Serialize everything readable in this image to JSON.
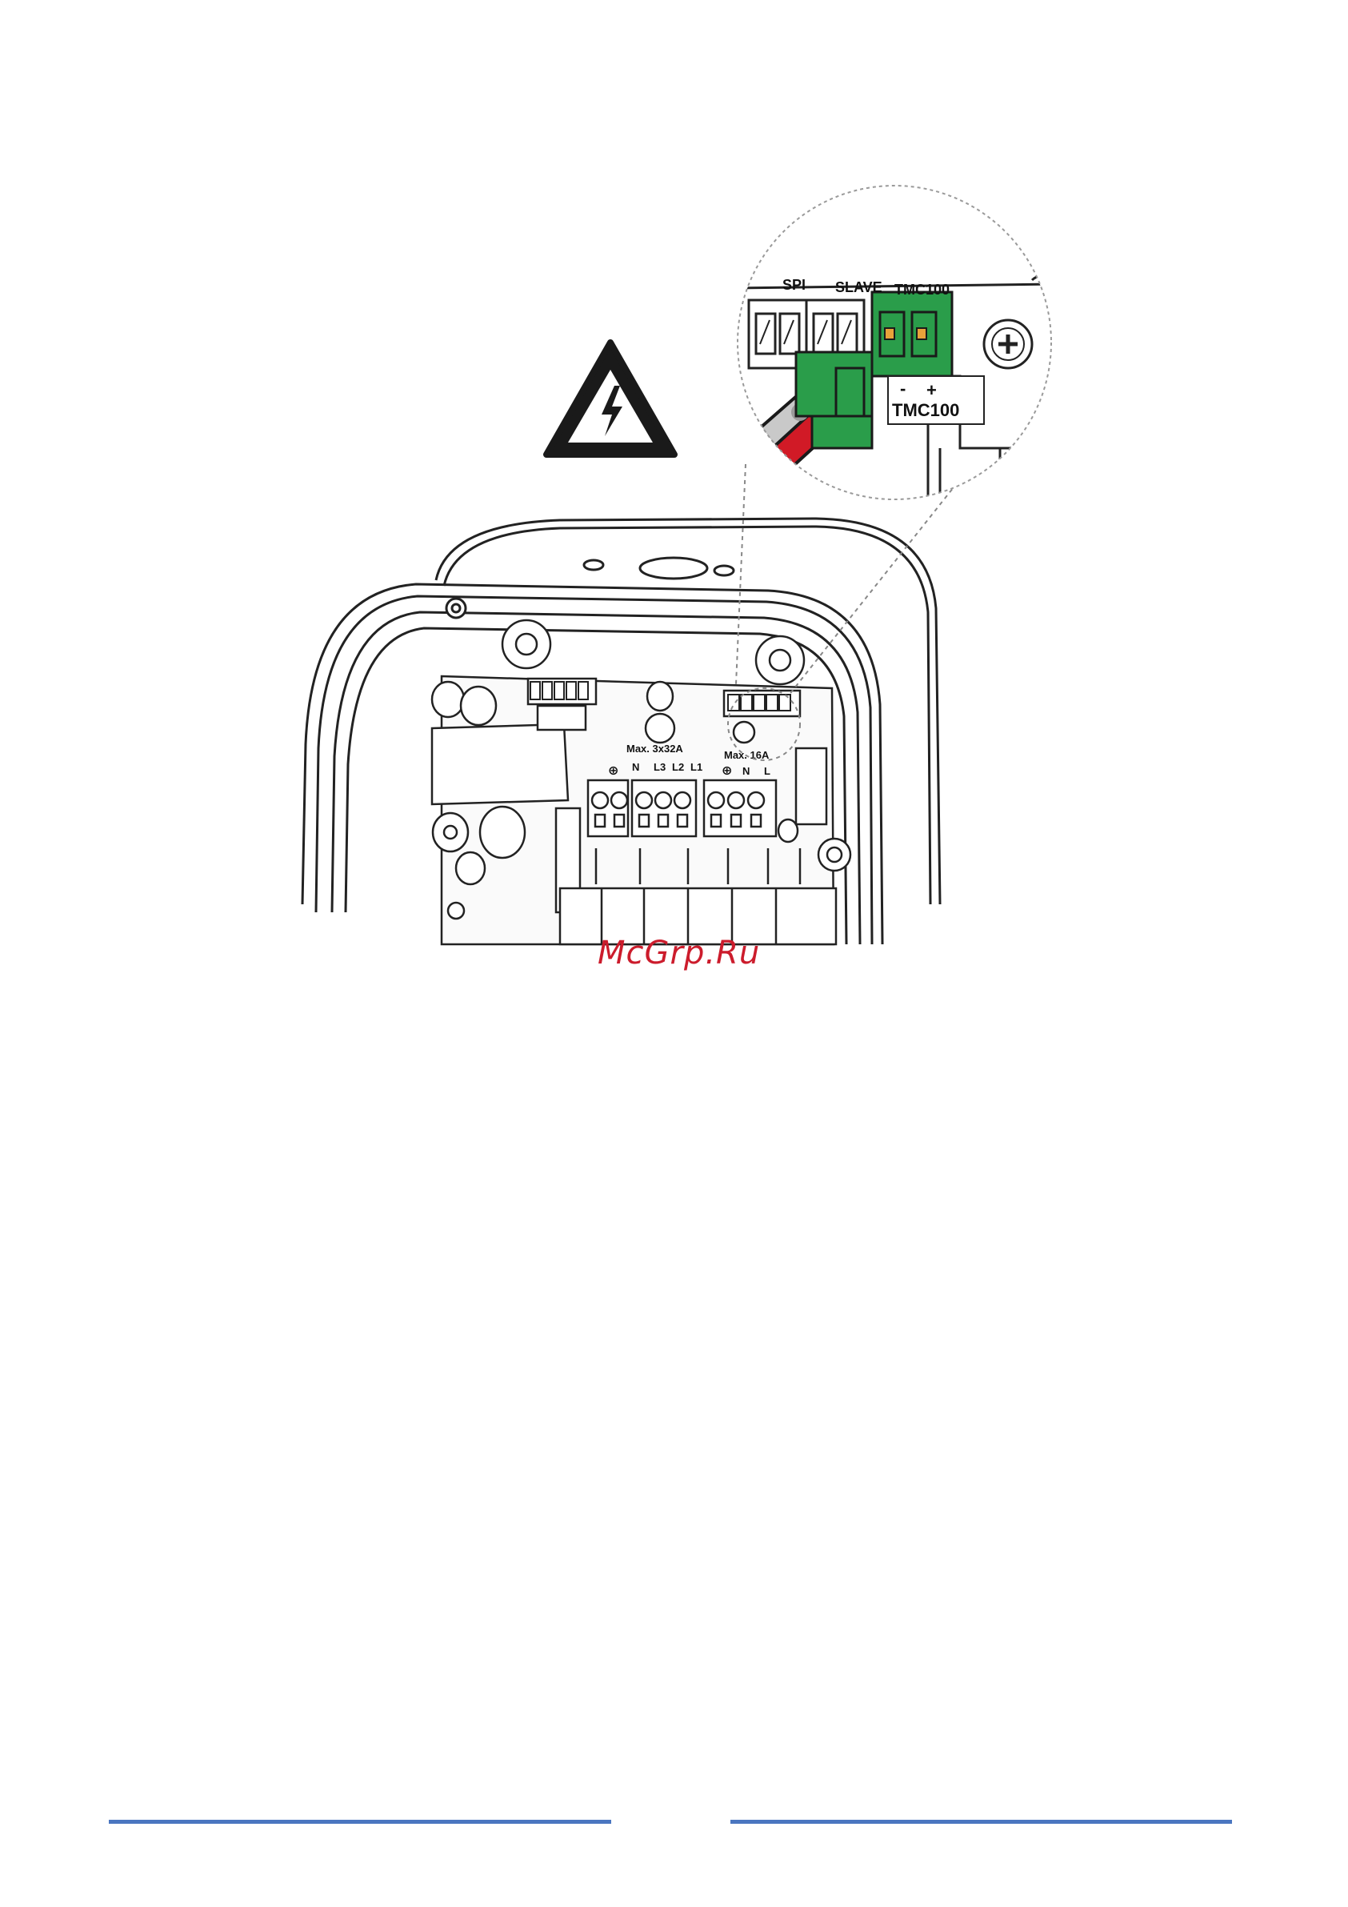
{
  "colors": {
    "rule": "#4a76c0",
    "connector_green": "#2a9d4a",
    "wire_red": "#d11a26",
    "watermark": "#cc1c2c"
  },
  "figure": {
    "warning_icon": "high-voltage-warning-icon",
    "zoom": {
      "labels": {
        "spi": "SPI",
        "slave": "SLAVE",
        "tmc100_top": "TMC100",
        "tmc100_side": "TMC100",
        "minus": "-",
        "plus": "+"
      }
    },
    "board": {
      "labels": {
        "max_main": "Max. 3x32A",
        "max_aux": "Max. 16A",
        "n1": "N",
        "l3": "L3",
        "l2": "L2",
        "l1": "L1",
        "n2": "N",
        "l": "L",
        "earth": "⊕"
      }
    }
  },
  "watermark": "McGrp.Ru"
}
